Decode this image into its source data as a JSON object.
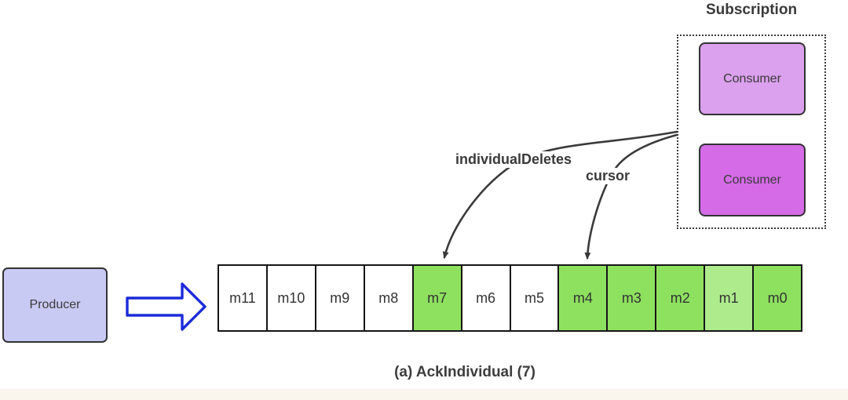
{
  "subscription": {
    "title": "Subscription",
    "consumers": [
      {
        "label": "Consumer"
      },
      {
        "label": "Consumer"
      }
    ]
  },
  "producer": {
    "label": "Producer"
  },
  "annotations": {
    "individual_deletes": "individualDeletes",
    "cursor": "cursor"
  },
  "queue": {
    "cells": [
      {
        "label": "m11",
        "state": "unacked"
      },
      {
        "label": "m10",
        "state": "unacked"
      },
      {
        "label": "m9",
        "state": "unacked"
      },
      {
        "label": "m8",
        "state": "unacked"
      },
      {
        "label": "m7",
        "state": "acked"
      },
      {
        "label": "m6",
        "state": "unacked"
      },
      {
        "label": "m5",
        "state": "unacked"
      },
      {
        "label": "m4",
        "state": "acked"
      },
      {
        "label": "m3",
        "state": "acked"
      },
      {
        "label": "m2",
        "state": "acked"
      },
      {
        "label": "m1",
        "state": "acked-light"
      },
      {
        "label": "m0",
        "state": "acked"
      }
    ]
  },
  "caption": "(a) AckIndividual (7)",
  "colors": {
    "producer_fill": "#C9CAF3",
    "consumer_top_fill": "#DBA0EE",
    "consumer_bottom_fill": "#D56BE7",
    "acked_fill": "#8EE15F",
    "acked_light_fill": "#AEEB8D",
    "unacked_fill": "#FFFFFF",
    "flow_arrow_blue": "#1C2BD9",
    "line_color": "#3A3A3A",
    "footer_strip": "#FAF6EE"
  }
}
